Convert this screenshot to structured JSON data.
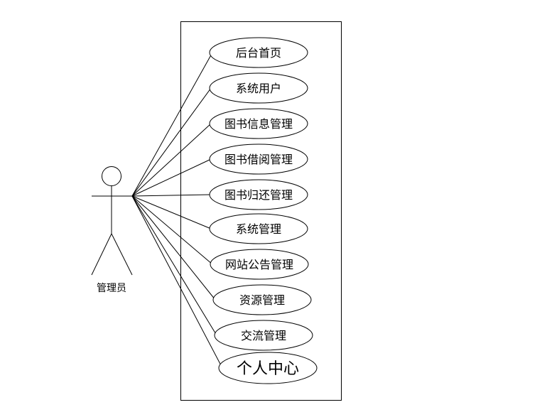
{
  "actor": {
    "label": "管理员"
  },
  "use_cases": [
    {
      "label": "后台首页"
    },
    {
      "label": "系统用户"
    },
    {
      "label": "图书信息管理"
    },
    {
      "label": "图书借阅管理"
    },
    {
      "label": "图书归还管理"
    },
    {
      "label": "系统管理"
    },
    {
      "label": "网站公告管理"
    },
    {
      "label": "资源管理"
    },
    {
      "label": "交流管理"
    },
    {
      "label": "个人中心"
    }
  ]
}
